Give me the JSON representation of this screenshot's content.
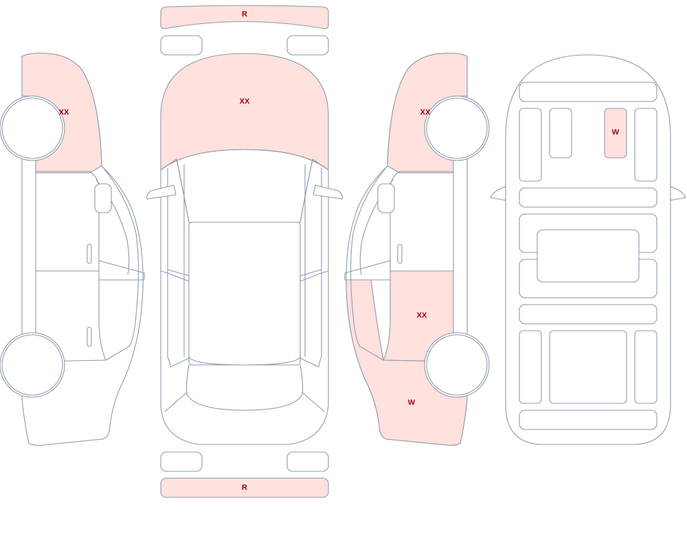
{
  "colors": {
    "outline": "#8e99ad",
    "damage_fill": "#ffe1de",
    "label_text": "#a0000e",
    "background": "#ffffff"
  },
  "labels": {
    "rear_bumper": "R",
    "front_bumper": "R",
    "hood": "XX",
    "left_front_fender": "XX",
    "right_front_fender": "XX",
    "right_rear_door": "XX",
    "right_rear_quarter": "W",
    "underbody_panel": "W"
  }
}
